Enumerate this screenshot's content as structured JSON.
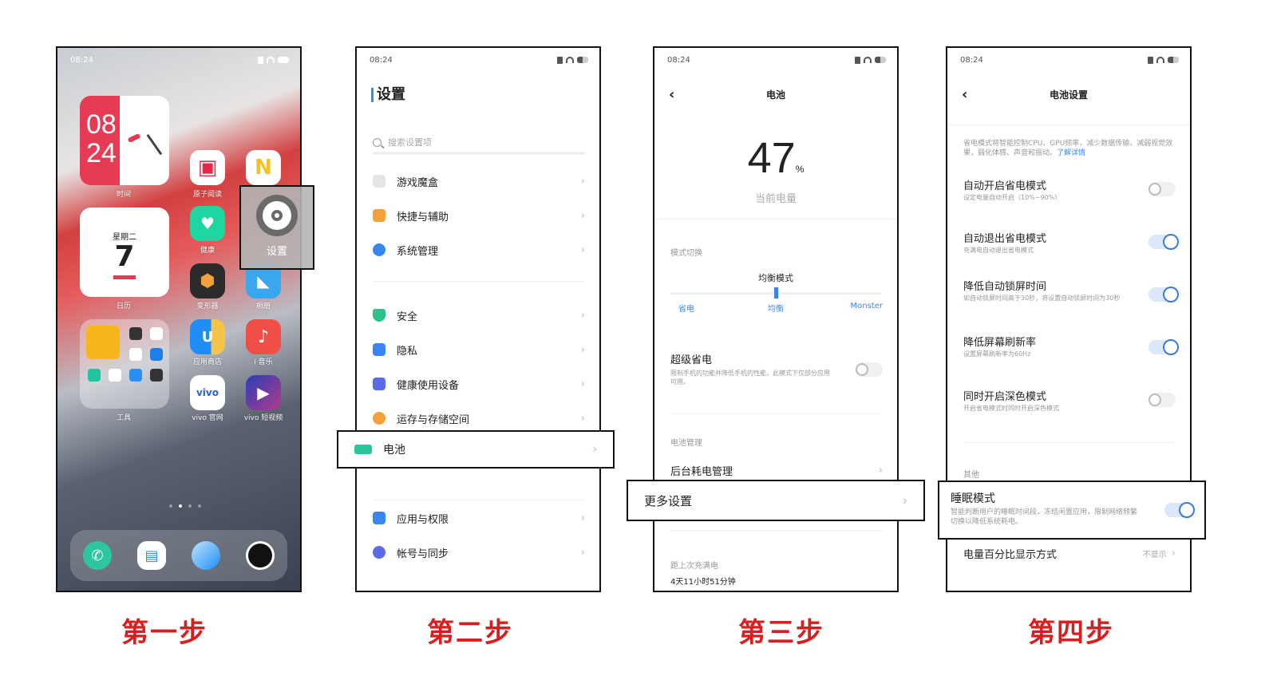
{
  "steps": [
    "第一步",
    "第二步",
    "第三步",
    "第四步"
  ],
  "status_time": "08:24",
  "home": {
    "clock_widget": {
      "hour": "08",
      "minute": "24",
      "label": "时间"
    },
    "calendar_widget": {
      "weekday": "星期二",
      "day": "7",
      "label": "日历"
    },
    "apps": [
      {
        "name": "原子阅读",
        "color": "#e8264a"
      },
      {
        "name": "",
        "color": "#f5c02a"
      },
      {
        "name": "健康",
        "color": "#1fd6a0"
      },
      {
        "name": "设置",
        "color": "#6a6a6a"
      },
      {
        "name": "变形器",
        "color": "#2b2b2b"
      },
      {
        "name": "相册",
        "color": "#3aa6f0"
      },
      {
        "name": "应用商店",
        "color": "#1e8ef5"
      },
      {
        "name": "i 音乐",
        "color": "#f04f48"
      },
      {
        "name": "vivo 官网",
        "color": "#ffffff"
      },
      {
        "name": "vivo 短视频",
        "color": "#4a3ab8"
      }
    ],
    "folder_label": "工具",
    "dock": [
      "phone",
      "messages",
      "browser",
      "camera"
    ]
  },
  "settings": {
    "title": "设置",
    "search_placeholder": "搜索设置项",
    "items": [
      {
        "label": "游戏魔盒",
        "color": "#e5e5e5"
      },
      {
        "label": "快捷与辅助",
        "color": "#f6a03a"
      },
      {
        "label": "系统管理",
        "color": "#3a86f0"
      },
      {
        "label": "安全",
        "color": "#2cc08a"
      },
      {
        "label": "隐私",
        "color": "#3a86f0"
      },
      {
        "label": "健康使用设备",
        "color": "#5a6ae8"
      },
      {
        "label": "运存与存储空间",
        "color": "#f6a03a"
      },
      {
        "label": "电池",
        "color": "#2cc59a"
      },
      {
        "label": "应用与权限",
        "color": "#3a86f0"
      },
      {
        "label": "帐号与同步",
        "color": "#5a6ae8"
      }
    ]
  },
  "battery": {
    "title": "电池",
    "percent": "47",
    "percent_unit": "%",
    "current_label": "当前电量",
    "mode_section": "模式切换",
    "mode_current": "均衡模式",
    "mode_options": [
      "省电",
      "均衡",
      "Monster"
    ],
    "super_save_title": "超级省电",
    "super_save_desc": "限制手机的功能并降低手机的性能，此模式下仅部分应用可用。",
    "mgmt_section": "电池管理",
    "bg_mgmt": "后台耗电管理",
    "more_settings": "更多设置",
    "since_full_label": "距上次充满电",
    "since_full_value": "4天11小时51分钟"
  },
  "battery_settings": {
    "title": "电池设置",
    "intro": "省电模式将智能控制CPU、GPU频率，减少数据传输，减弱视觉效果，弱化体感、声音和振动。",
    "intro_link": "了解详情",
    "options": [
      {
        "title": "自动开启省电模式",
        "desc": "设定电量自动开启（10%~90%）",
        "on": false
      },
      {
        "title": "自动退出省电模式",
        "desc": "充满电自动退出省电模式",
        "on": true
      },
      {
        "title": "降低自动锁屏时间",
        "desc": "如自动锁屏时间高于30秒，将设置自动锁屏时间为30秒",
        "on": true
      },
      {
        "title": "降低屏幕刷新率",
        "desc": "设置屏幕刷新率为60Hz",
        "on": true
      },
      {
        "title": "同时开启深色模式",
        "desc": "开启省电模式时同时开启深色模式",
        "on": false
      }
    ],
    "other_section": "其他",
    "sleep_title": "睡眠模式",
    "sleep_desc": "智能判断用户的睡眠时间段，冻结闲置应用，限制网络频繁切换以降低系统耗电。",
    "percent_display": "电量百分比显示方式",
    "percent_display_value": "不显示"
  }
}
